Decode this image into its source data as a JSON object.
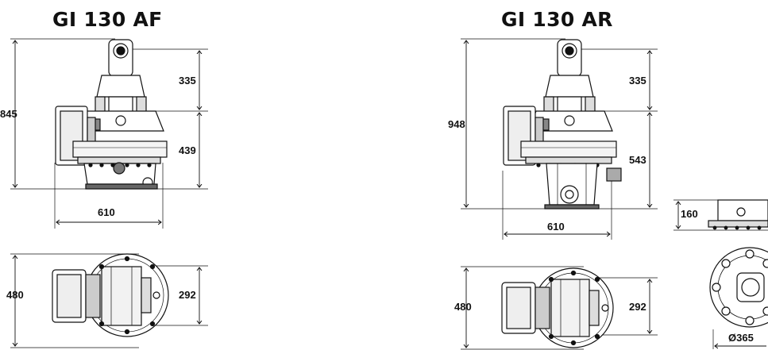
{
  "left": {
    "title": "GI 130 AF",
    "side_view": {
      "total_height": "845",
      "upper_height": "335",
      "lower_height": "439",
      "width": "610"
    },
    "top_view": {
      "depth": "480",
      "inner_width": "292"
    }
  },
  "right": {
    "title": "GI 130 AR",
    "side_view": {
      "total_height": "948",
      "upper_height": "335",
      "lower_height": "543",
      "width": "610"
    },
    "top_view": {
      "depth": "480",
      "inner_width": "292"
    },
    "flange_side": {
      "height": "160"
    },
    "flange_top": {
      "diameter": "Ø365"
    }
  }
}
